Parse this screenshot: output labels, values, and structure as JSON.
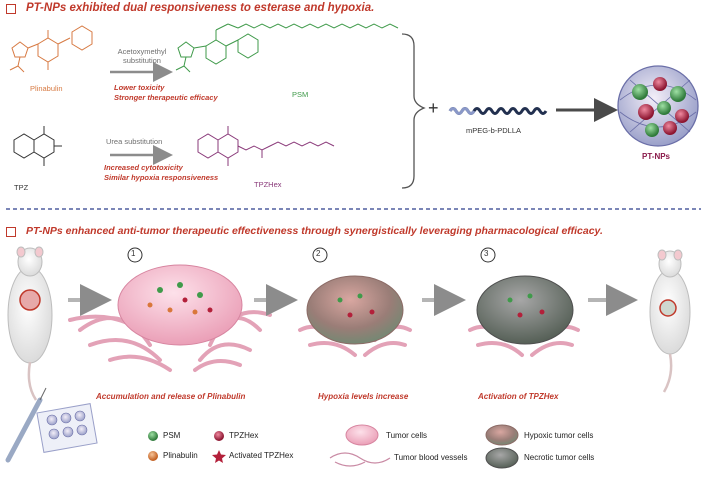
{
  "top": {
    "title": "PT-NPs exhibited dual responsiveness to esterase and hypoxia.",
    "plinabulin_label": "Plinabulin",
    "acetoxy_line1": "Acetoxymethyl",
    "acetoxy_line2": "substitution",
    "psm_label": "PSM",
    "psm_effect1": "Lower toxicity",
    "psm_effect2": "Stronger therapeutic efficacy",
    "tpz_label": "TPZ",
    "urea_label": "Urea substitution",
    "tpzhex_label": "TPZHex",
    "tpzhex_effect1": "Increased cytotoxicity",
    "tpzhex_effect2": "Similar hypoxia responsiveness",
    "plus": "+",
    "polymer_label": "mPEG-b-PDLLA",
    "ptnps_label": "PT-NPs"
  },
  "bottom": {
    "title": "PT-NPs enhanced anti-tumor therapeutic effectiveness through synergistically leveraging pharmacological efficacy.",
    "steps": [
      {
        "number": "1",
        "caption": "Accumulation and release of Plinabulin"
      },
      {
        "number": "2",
        "caption": "Hypoxia levels increase"
      },
      {
        "number": "3",
        "caption": "Activation of TPZHex"
      }
    ]
  },
  "legend": {
    "items": [
      {
        "label": "PSM",
        "color": "#3f9a4a"
      },
      {
        "label": "Plinabulin",
        "color": "#d9773a"
      },
      {
        "label": "TPZHex",
        "color": "#b3203a"
      },
      {
        "label": "Activated TPZHex",
        "color": "#b3203a"
      },
      {
        "label": "Tumor cells",
        "color": "#f4b6c6"
      },
      {
        "label": "Tumor blood vessels",
        "color": "#c98aa4"
      },
      {
        "label": "Hypoxic tumor cells",
        "color": "#c98a86"
      },
      {
        "label": "Necrotic tumor cells",
        "color": "#6b6b6b"
      }
    ]
  },
  "colors": {
    "accent_red": "#c0392b",
    "psm_green": "#3f9a4a",
    "polymer_purple": "#8a3a7a",
    "divider_blue": "#2c3e8c",
    "tumor_pink": "#f4b6c6"
  }
}
